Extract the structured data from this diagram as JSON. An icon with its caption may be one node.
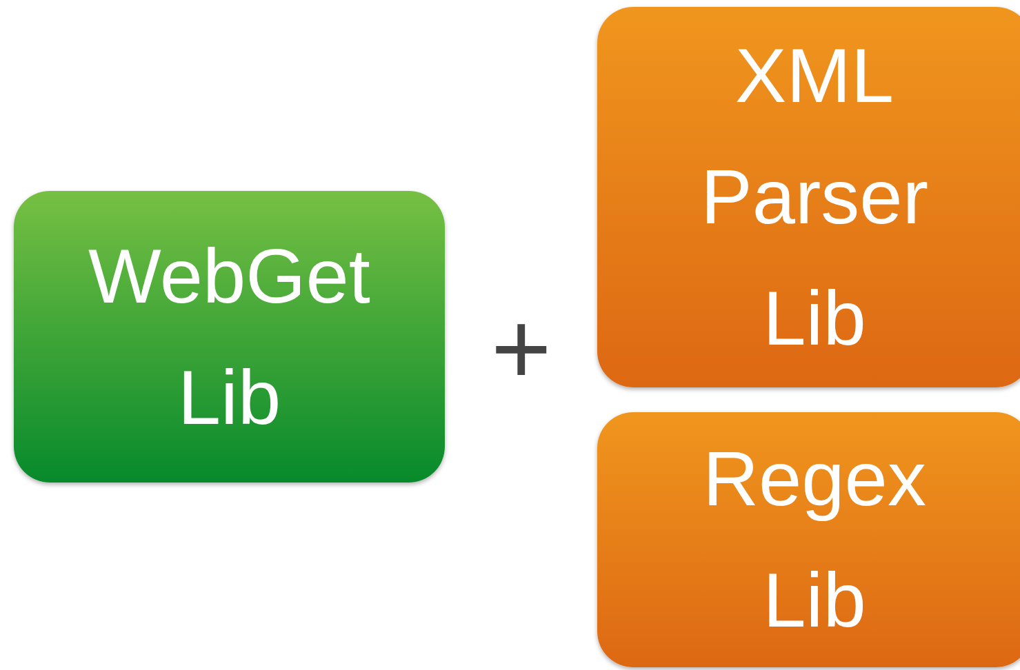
{
  "diagram": {
    "nodes": [
      {
        "text": [
          "WebGet Lib"
        ]
      },
      {
        "text": [
          "XML Parser Lib"
        ]
      },
      {
        "text": [
          "Regex Lib"
        ]
      }
    ],
    "labels": [
      "+"
    ]
  }
}
